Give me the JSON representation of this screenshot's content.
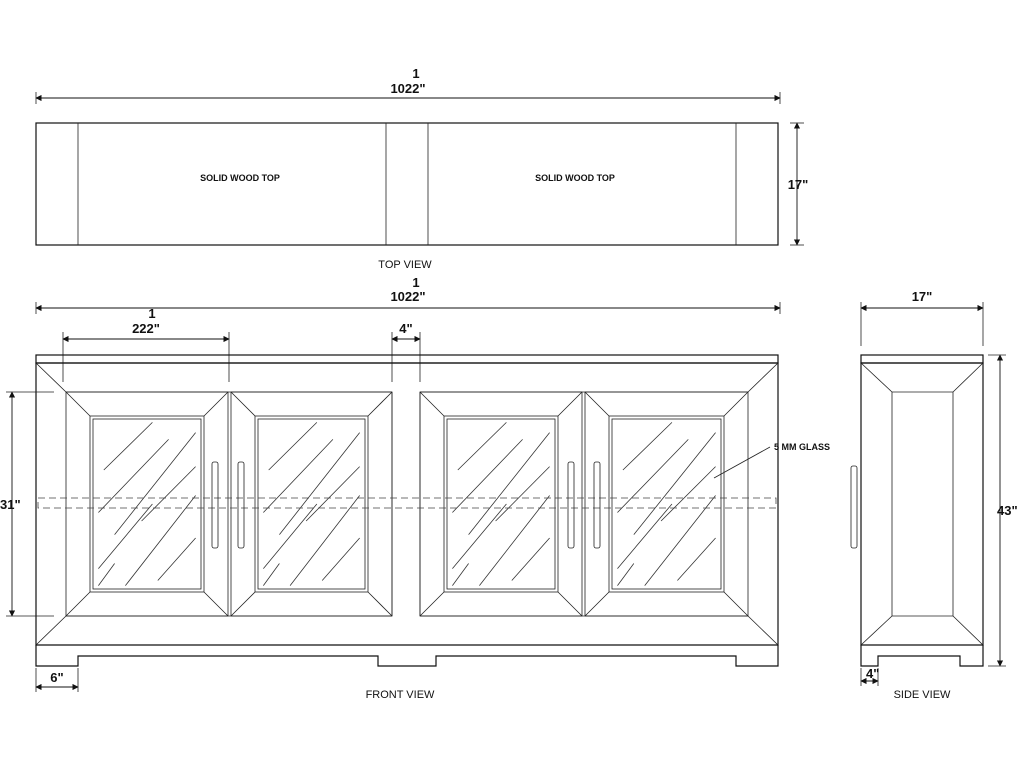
{
  "top_view": {
    "title": "TOP VIEW",
    "panel_labels": [
      "SOLID WOOD TOP",
      "SOLID WOOD TOP"
    ],
    "width_dim": {
      "numerator": "1",
      "text": "1022\""
    },
    "depth_dim": "17\""
  },
  "front_view": {
    "title": "FRONT VIEW",
    "width_dim": {
      "numerator": "1",
      "text": "1022\""
    },
    "door_dim": {
      "numerator": "1",
      "text": "222\""
    },
    "gap_dim": "4\"",
    "height_dim": "31\"",
    "leg_dim": "6\"",
    "glass_label": "5 MM GLASS"
  },
  "side_view": {
    "title": "SIDE VIEW",
    "width_dim": "17\"",
    "height_dim": "43\"",
    "leg_dim": "4\""
  }
}
